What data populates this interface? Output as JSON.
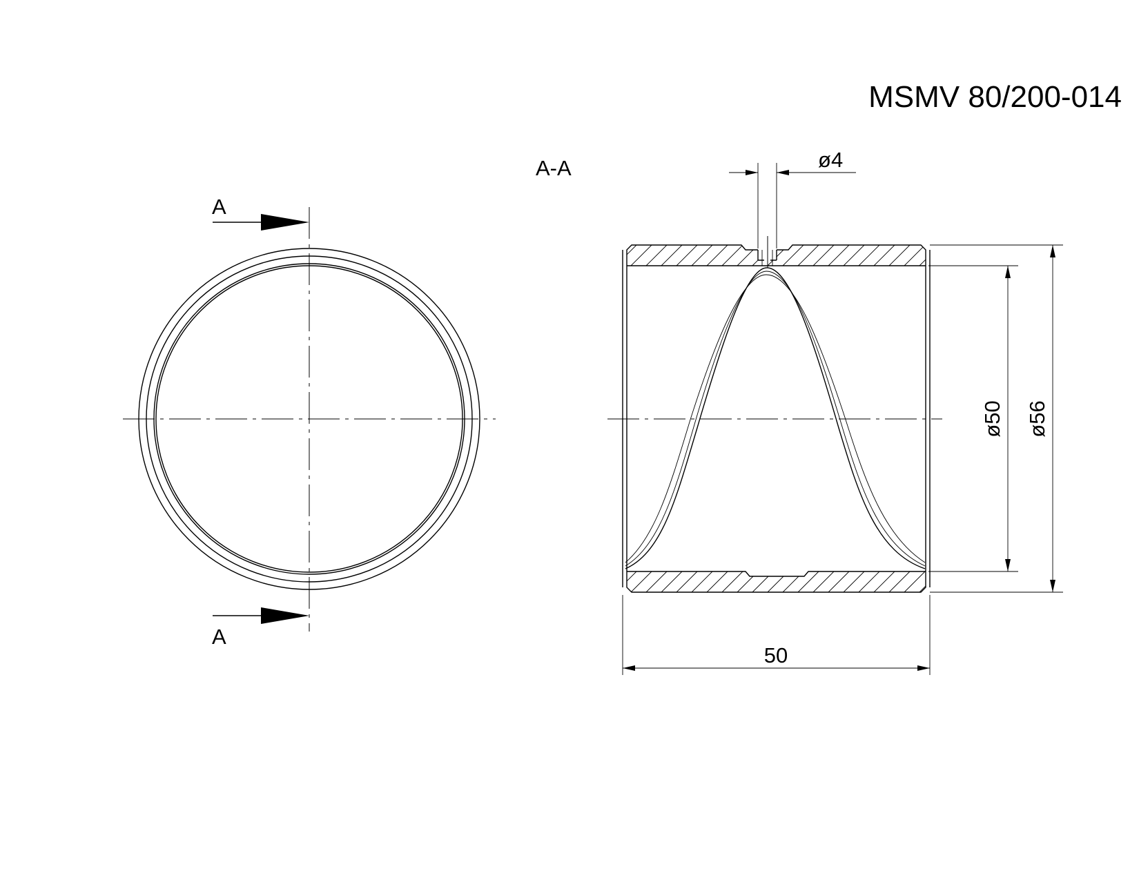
{
  "drawing": {
    "part_number": "MSMV 80/200-014",
    "section_marker_top": "A",
    "section_marker_bottom": "A",
    "section_title": "A-A",
    "dimensions": {
      "hole_diameter": "4",
      "inner_diameter": "50",
      "outer_diameter": "56",
      "length": "50"
    },
    "diameter_symbol": "ø"
  }
}
